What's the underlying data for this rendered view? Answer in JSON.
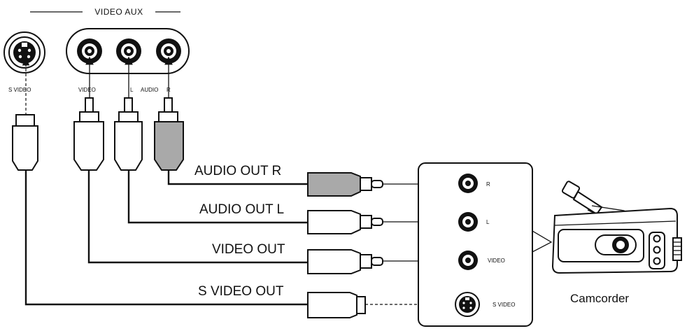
{
  "header": {
    "title": "VIDEO AUX"
  },
  "jack_labels": {
    "s_video": "S VIDEO",
    "video": "VIDEO",
    "l": "L",
    "audio": "AUDIO",
    "r": "R"
  },
  "cables": [
    {
      "label": "AUDIO OUT R",
      "plug_color": "#a9a9a9"
    },
    {
      "label": "AUDIO OUT L",
      "plug_color": "#ffffff"
    },
    {
      "label": "VIDEO OUT",
      "plug_color": "#ffffff"
    },
    {
      "label": "S VIDEO OUT",
      "plug_color": "#ffffff"
    }
  ],
  "camcorder_jacks": [
    "R",
    "L",
    "VIDEO",
    "S VIDEO"
  ],
  "device": {
    "label": "Camcorder"
  }
}
